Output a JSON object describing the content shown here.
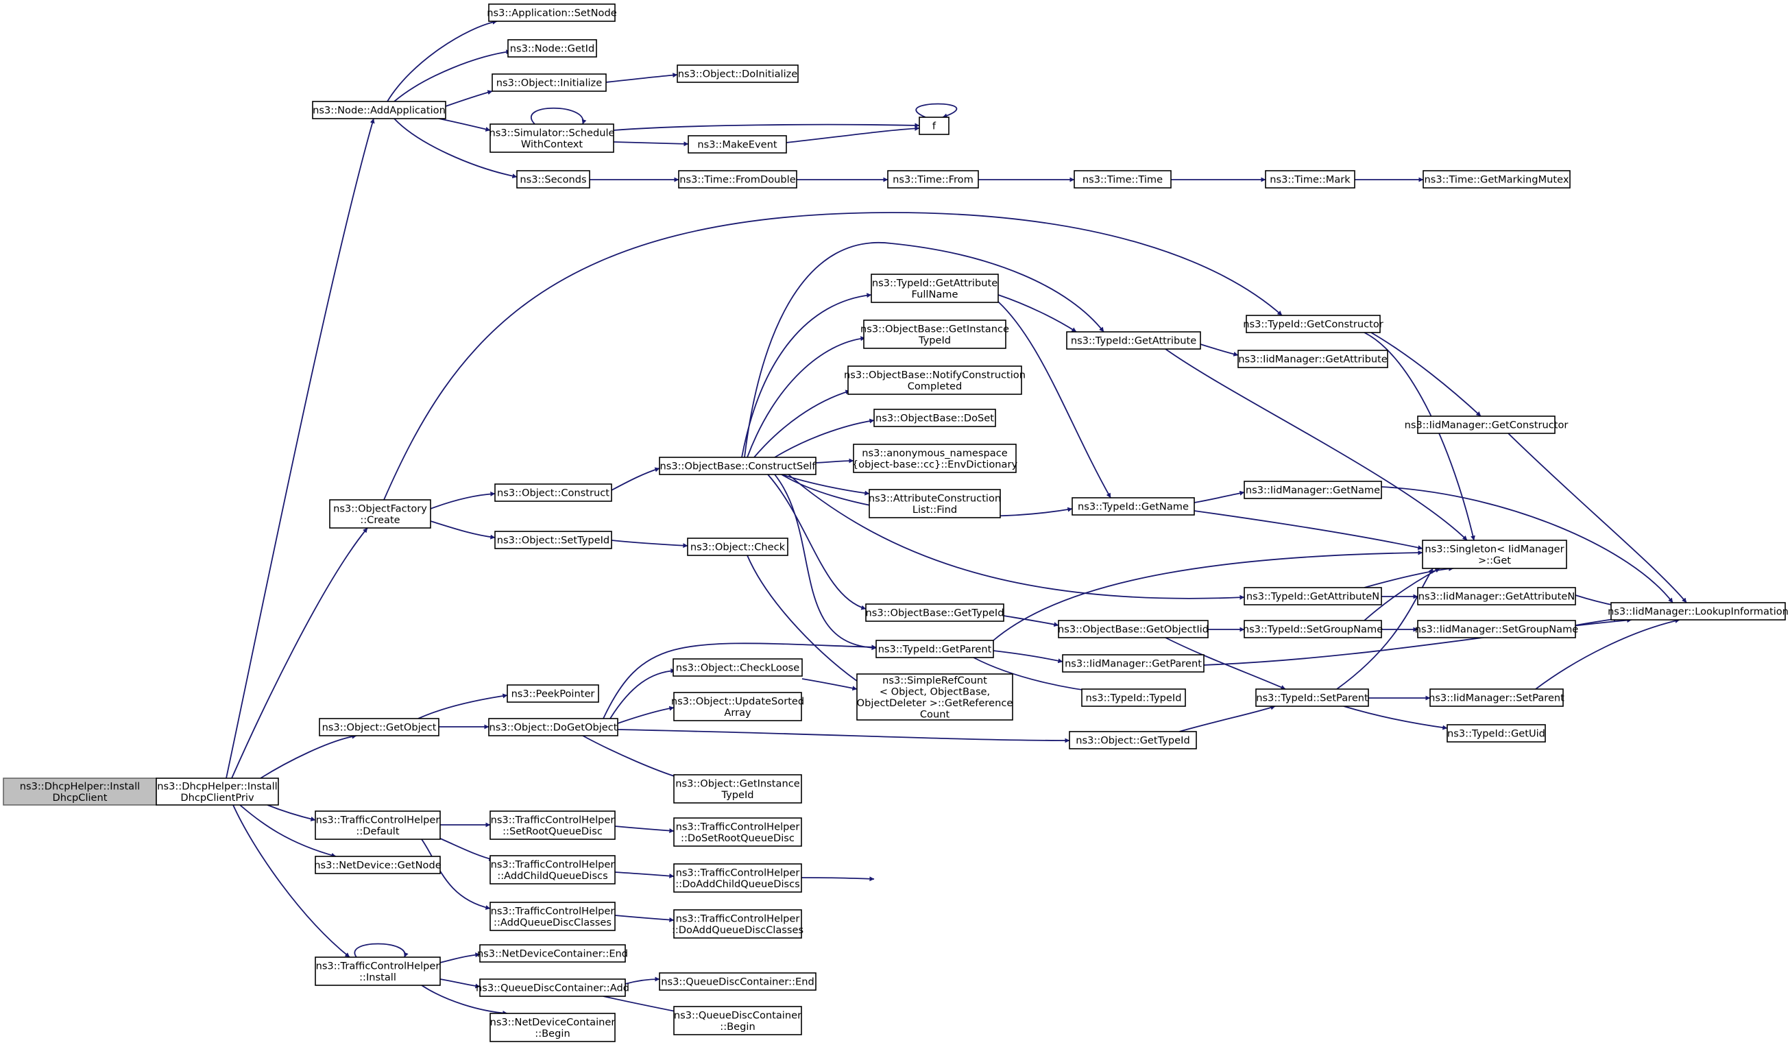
{
  "edge_color": "#191970",
  "root_fill": "#bfbfbf",
  "nodes": {
    "install_dhcp_client": [
      "ns3::DhcpHelper::Install",
      "DhcpClient"
    ],
    "install_dhcp_client_priv": [
      "ns3::DhcpHelper::Install",
      "DhcpClientPriv"
    ],
    "node_add_application": [
      "ns3::Node::AddApplication"
    ],
    "object_factory_create": [
      "ns3::ObjectFactory",
      "::Create"
    ],
    "object_get_object": [
      "ns3::Object::GetObject"
    ],
    "tch_default": [
      "ns3::TrafficControlHelper",
      "::Default"
    ],
    "netdevice_get_node": [
      "ns3::NetDevice::GetNode"
    ],
    "tch_install": [
      "ns3::TrafficControlHelper",
      "::Install"
    ],
    "app_set_node": [
      "ns3::Application::SetNode"
    ],
    "node_get_id": [
      "ns3::Node::GetId"
    ],
    "object_initialize": [
      "ns3::Object::Initialize"
    ],
    "sim_schedule": [
      "ns3::Simulator::Schedule",
      "WithContext"
    ],
    "seconds": [
      "ns3::Seconds"
    ],
    "object_construct": [
      "ns3::Object::Construct"
    ],
    "object_set_type_id": [
      "ns3::Object::SetTypeId"
    ],
    "peek_pointer": [
      "ns3::PeekPointer"
    ],
    "object_do_get_object": [
      "ns3::Object::DoGetObject"
    ],
    "tch_set_root": [
      "ns3::TrafficControlHelper",
      "::SetRootQueueDisc"
    ],
    "tch_add_child": [
      "ns3::TrafficControlHelper",
      "::AddChildQueueDiscs"
    ],
    "tch_add_classes": [
      "ns3::TrafficControlHelper",
      "::AddQueueDiscClasses"
    ],
    "ndc_end": [
      "ns3::NetDeviceContainer::End"
    ],
    "qdc_add": [
      "ns3::QueueDiscContainer::Add"
    ],
    "ndc_begin": [
      "ns3::NetDeviceContainer",
      "::Begin"
    ],
    "object_do_initialize": [
      "ns3::Object::DoInitialize"
    ],
    "make_event": [
      "ns3::MakeEvent"
    ],
    "time_from_double": [
      "ns3::Time::FromDouble"
    ],
    "ob_construct_self": [
      "ns3::ObjectBase::ConstructSelf"
    ],
    "object_check": [
      "ns3::Object::Check"
    ],
    "object_check_loose": [
      "ns3::Object::CheckLoose"
    ],
    "object_update_sorted": [
      "ns3::Object::UpdateSorted",
      "Array"
    ],
    "object_get_instance_typeid": [
      "ns3::Object::GetInstance",
      "TypeId"
    ],
    "tch_do_set_root": [
      "ns3::TrafficControlHelper",
      "::DoSetRootQueueDisc"
    ],
    "tch_do_add_child": [
      "ns3::TrafficControlHelper",
      "::DoAddChildQueueDiscs"
    ],
    "tch_do_add_classes": [
      "ns3::TrafficControlHelper",
      "::DoAddQueueDiscClasses"
    ],
    "qdc_end": [
      "ns3::QueueDiscContainer::End"
    ],
    "qdc_begin": [
      "ns3::QueueDiscContainer",
      "::Begin"
    ],
    "f": [
      "f"
    ],
    "time_from": [
      "ns3::Time::From"
    ],
    "typeid_get_attr_fullname": [
      "ns3::TypeId::GetAttribute",
      "FullName"
    ],
    "ob_get_instance_typeid": [
      "ns3::ObjectBase::GetInstance",
      "TypeId"
    ],
    "ob_notify": [
      "ns3::ObjectBase::NotifyConstruction",
      "Completed"
    ],
    "ob_do_set": [
      "ns3::ObjectBase::DoSet"
    ],
    "anon_env": [
      "ns3::anonymous_namespace",
      "{object-base::cc}::EnvDictionary"
    ],
    "attr_construction_find": [
      "ns3::AttributeConstruction",
      "List::Find"
    ],
    "ob_get_typeid": [
      "ns3::ObjectBase::GetTypeId"
    ],
    "typeid_get_parent": [
      "ns3::TypeId::GetParent"
    ],
    "simple_ref_count": [
      "ns3::SimpleRefCount",
      "< Object, ObjectBase,",
      "ObjectDeleter >::GetReference",
      "Count"
    ],
    "time_time": [
      "ns3::Time::Time"
    ],
    "typeid_get_attribute": [
      "ns3::TypeId::GetAttribute"
    ],
    "typeid_get_name": [
      "ns3::TypeId::GetName"
    ],
    "ob_get_object_iid": [
      "ns3::ObjectBase::GetObjectIid"
    ],
    "iid_get_parent": [
      "ns3::IidManager::GetParent"
    ],
    "typeid_typeid": [
      "ns3::TypeId::TypeId"
    ],
    "object_get_typeid": [
      "ns3::Object::GetTypeId"
    ],
    "time_mark": [
      "ns3::Time::Mark"
    ],
    "typeid_get_constructor": [
      "ns3::TypeId::GetConstructor"
    ],
    "iid_get_attribute": [
      "ns3::IidManager::GetAttribute"
    ],
    "iid_get_name": [
      "ns3::IidManager::GetName"
    ],
    "typeid_get_attribute_n": [
      "ns3::TypeId::GetAttributeN"
    ],
    "typeid_set_group_name": [
      "ns3::TypeId::SetGroupName"
    ],
    "typeid_set_parent": [
      "ns3::TypeId::SetParent"
    ],
    "time_get_marking_mutex": [
      "ns3::Time::GetMarkingMutex"
    ],
    "iid_get_constructor": [
      "ns3::IidManager::GetConstructor"
    ],
    "singleton_get": [
      "ns3::Singleton< IidManager",
      ">::Get"
    ],
    "iid_get_attribute_n": [
      "ns3::IidManager::GetAttributeN"
    ],
    "iid_set_group_name": [
      "ns3::IidManager::SetGroupName"
    ],
    "iid_set_parent": [
      "ns3::IidManager::SetParent"
    ],
    "typeid_get_uid": [
      "ns3::TypeId::GetUid"
    ],
    "iid_lookup_info": [
      "ns3::IidManager::LookupInformation"
    ]
  }
}
